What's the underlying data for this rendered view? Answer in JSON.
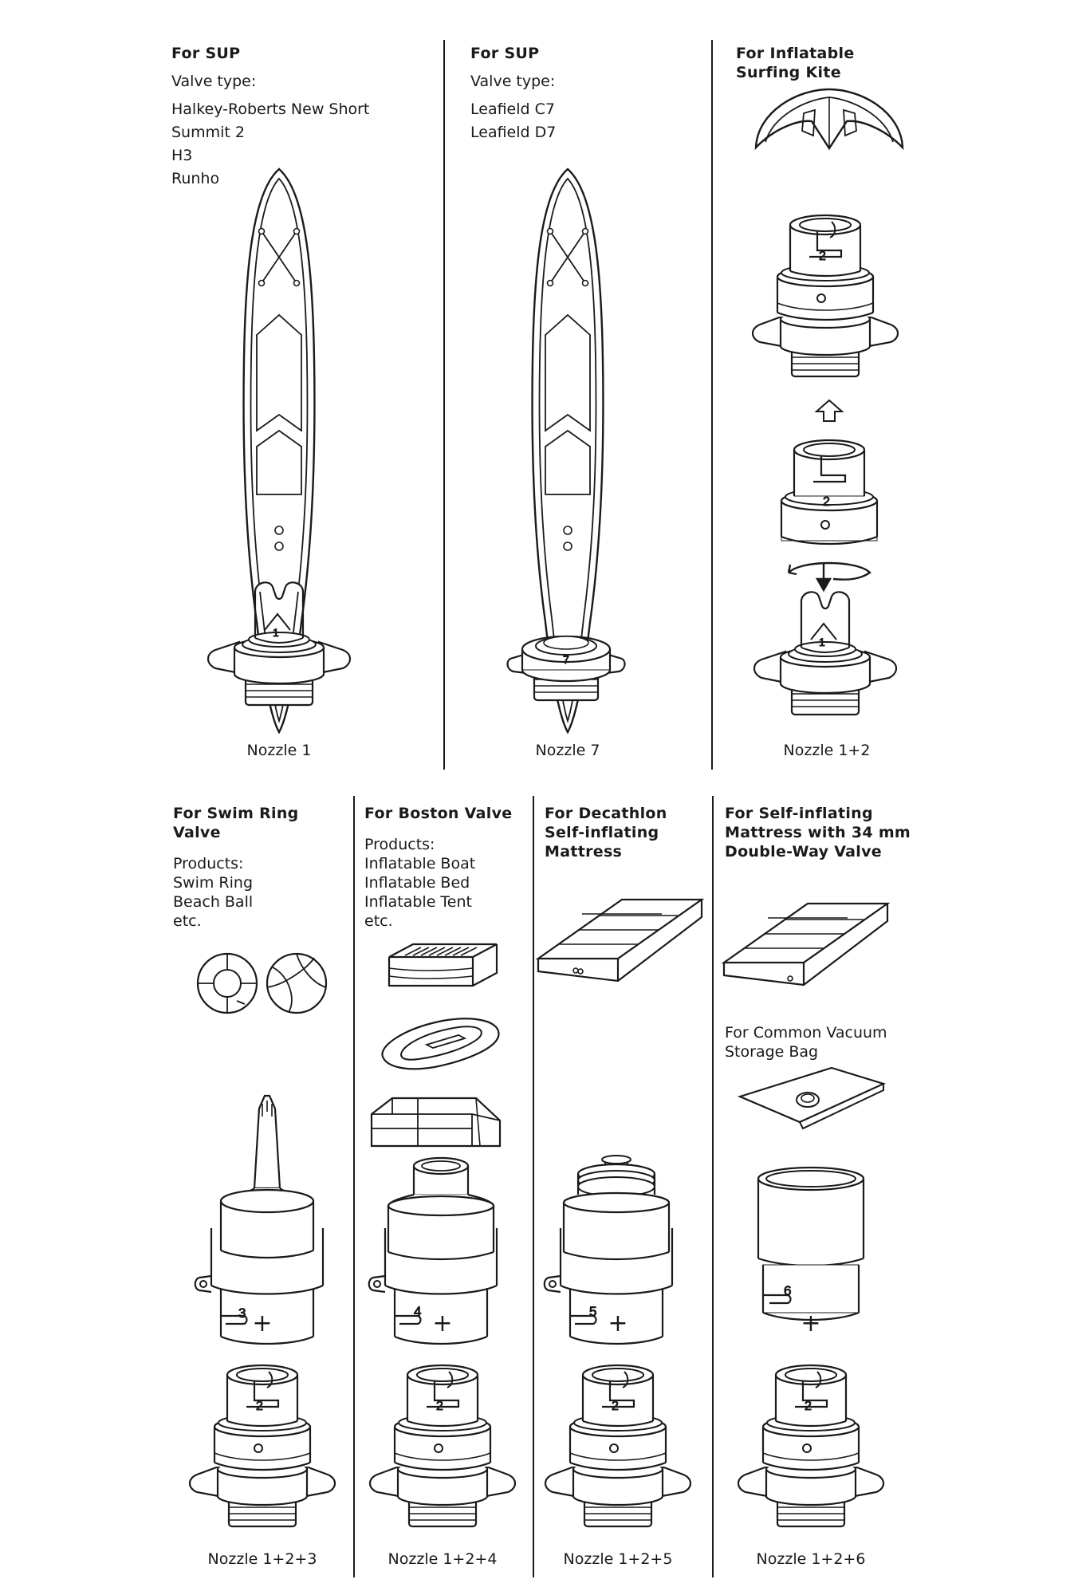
{
  "top": {
    "sup1": {
      "title": "For SUP",
      "valve_label": "Valve type:",
      "valves": [
        "Halkey-Roberts New Short",
        "Summit 2",
        "H3",
        "Runho"
      ],
      "caption": "Nozzle 1",
      "nozzle_number": "1"
    },
    "sup2": {
      "title": "For SUP",
      "valve_label": "Valve type:",
      "valves": [
        "Leafield C7",
        "Leafield D7"
      ],
      "caption": "Nozzle 7",
      "nozzle_number": "7"
    },
    "kite": {
      "title": "For Inflatable\nSurfing Kite",
      "caption": "Nozzle 1+2",
      "numbers": [
        "2",
        "2",
        "1"
      ]
    }
  },
  "bottom": {
    "swim": {
      "title": "For Swim Ring Valve",
      "products_label": "Products:",
      "products": [
        "Swim Ring",
        "Beach Ball",
        "etc."
      ],
      "nozzle_number": "3",
      "plus": "+",
      "lower_number": "2",
      "caption": "Nozzle 1+2+3"
    },
    "boston": {
      "title": "For Boston Valve",
      "products_label": "Products:",
      "products": [
        "Inflatable Boat",
        "Inflatable Bed",
        "Inflatable Tent",
        "etc."
      ],
      "nozzle_number": "4",
      "plus": "+",
      "lower_number": "2",
      "caption": "Nozzle 1+2+4"
    },
    "decathlon": {
      "title": "For Decathlon\nSelf-inflating\nMattress",
      "nozzle_number": "5",
      "plus": "+",
      "lower_number": "2",
      "caption": "Nozzle 1+2+5"
    },
    "selfinf": {
      "title": "For Self-inflating\nMattress with 34 mm\nDouble-Way Valve",
      "subtitle": "For Common Vacuum\nStorage Bag",
      "nozzle_number": "6",
      "plus": "+",
      "lower_number": "2",
      "caption": "Nozzle 1+2+6"
    }
  }
}
